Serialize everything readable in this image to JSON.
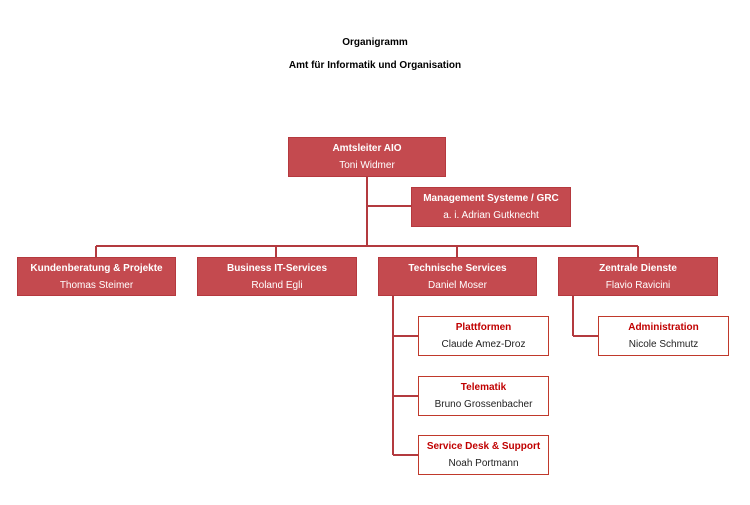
{
  "header": {
    "title": "Organigramm",
    "subtitle": "Amt für Informatik und Organisation"
  },
  "colors": {
    "box_fill": "#c44a4f",
    "line": "#b33a3f",
    "sub_title": "#c00000"
  },
  "top": {
    "name": "Amtsleiter AIO",
    "person": "Toni Widmer"
  },
  "staff": {
    "name": "Management Systeme / GRC",
    "person": "a. i. Adrian Gutknecht"
  },
  "divisions": [
    {
      "name": "Kundenberatung & Projekte",
      "person": "Thomas Steimer"
    },
    {
      "name": "Business IT-Services",
      "person": "Roland Egli"
    },
    {
      "name": "Technische Services",
      "person": "Daniel Moser"
    },
    {
      "name": "Zentrale Dienste",
      "person": "Flavio Ravicini"
    }
  ],
  "technische_units": [
    {
      "name": "Plattformen",
      "person": "Claude Amez-Droz"
    },
    {
      "name": "Telematik",
      "person": "Bruno Grossenbacher"
    },
    {
      "name": "Service Desk & Support",
      "person": "Noah Portmann"
    }
  ],
  "zentrale_units": [
    {
      "name": "Administration",
      "person": "Nicole Schmutz"
    }
  ]
}
